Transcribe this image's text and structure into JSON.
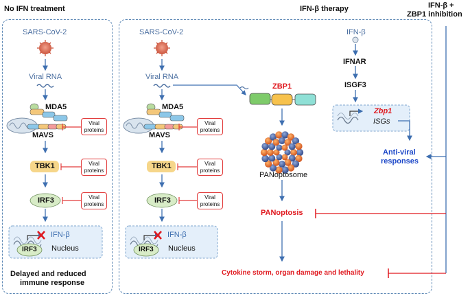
{
  "colors": {
    "accent_blue": "#3e6fb0",
    "inhibit_red": "#e0191f",
    "anti_viral": "#1d48c8",
    "tbk1_fill": "#f6d68a",
    "irf3_fill": "#d8ecc7",
    "nucleus_fill": "#e4effa"
  },
  "panel_left": {
    "header": "No IFN treatment",
    "virus_label": "SARS-CoV-2",
    "viral_rna": "Viral RNA",
    "mda5": "MDA5",
    "mavs": "MAVS",
    "tbk1": "TBK1",
    "irf3": "IRF3",
    "nucleus_irf3": "IRF3",
    "ifnb": "IFN-β",
    "nucleus": "Nucleus",
    "viral_proteins_1": "Viral\nproteins",
    "viral_proteins_2": "Viral\nproteins",
    "viral_proteins_3": "Viral\nproteins",
    "outcome_line1": "Delayed and reduced",
    "outcome_line2": "immune response"
  },
  "panel_middle": {
    "header": "IFN-β therapy",
    "virus_label": "SARS-CoV-2",
    "viral_rna": "Viral RNA",
    "mda5": "MDA5",
    "mavs": "MAVS",
    "tbk1": "TBK1",
    "irf3": "IRF3",
    "nucleus_irf3": "IRF3",
    "ifnb": "IFN-β",
    "nucleus": "Nucleus",
    "viral_proteins_1": "Viral\nproteins",
    "viral_proteins_2": "Viral\nproteins",
    "viral_proteins_3": "Viral\nproteins",
    "zbp1": "ZBP1",
    "panoptosome": "PANoptosome",
    "panoptosis": "PANoptosis",
    "outcome": "Cytokine storm, organ damage and lethality",
    "ifnb_top": "IFN-β",
    "ifnar": "IFNAR",
    "isgf3": "ISGF3",
    "zbp1_gene": "Zbp1",
    "isgs": "ISGs",
    "anti_viral_1": "Anti-viral",
    "anti_viral_2": "responses"
  },
  "panel_right": {
    "header_line1": "IFN-β +",
    "header_line2": "ZBP1 inhibition"
  }
}
